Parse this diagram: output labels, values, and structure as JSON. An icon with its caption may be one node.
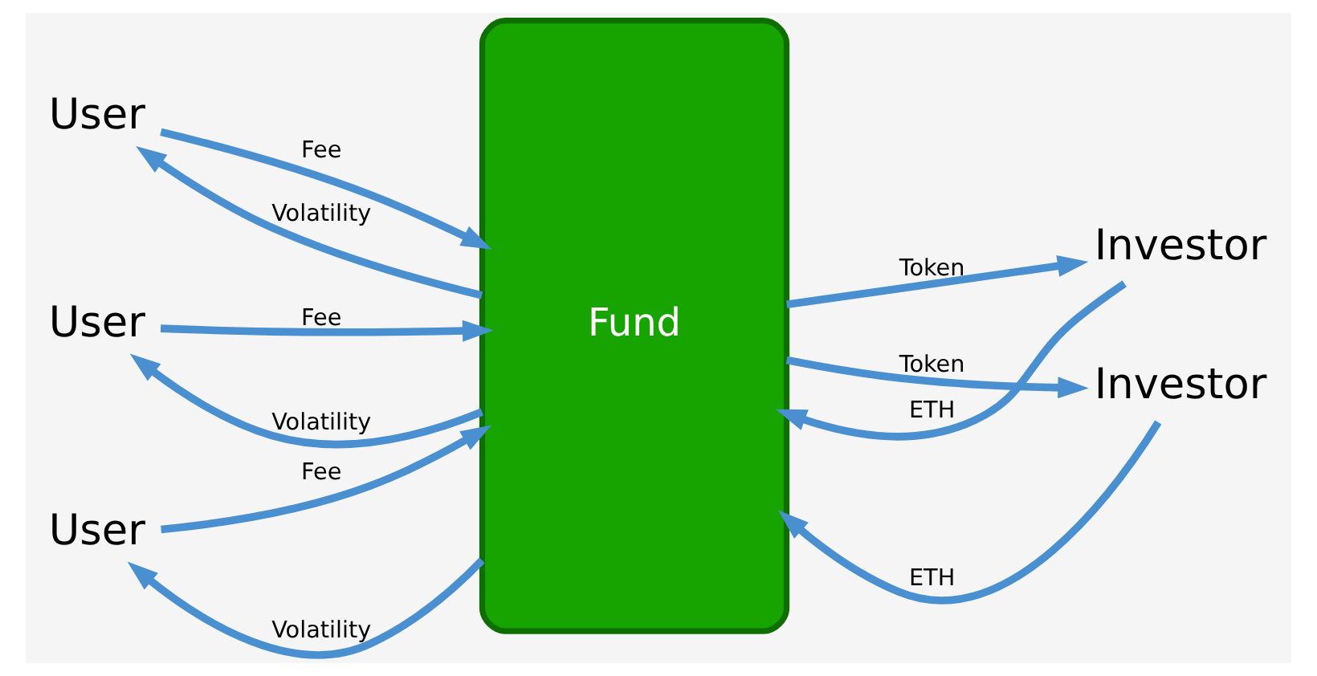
{
  "diagram": {
    "nodes": [
      {
        "text": [
          "User"
        ]
      },
      {
        "text": [
          "User"
        ]
      },
      {
        "text": [
          "User"
        ]
      },
      {
        "text": [
          "Fund"
        ]
      },
      {
        "text": [
          "Investor"
        ]
      },
      {
        "text": [
          "Investor"
        ]
      }
    ],
    "edges": [
      {
        "from": 3,
        "to": 0,
        "arrow": "to",
        "label": "Volatility"
      },
      {
        "from": 0,
        "to": 3,
        "arrow": "to",
        "label": "Fee"
      },
      {
        "from": 3,
        "to": 1,
        "arrow": "to",
        "label": "Volatility"
      },
      {
        "from": 1,
        "to": 3,
        "arrow": "to",
        "label": "Fee"
      },
      {
        "from": 3,
        "to": 2,
        "arrow": "to",
        "label": "Volatility"
      },
      {
        "from": 2,
        "to": 3,
        "arrow": "to",
        "label": "Fee"
      },
      {
        "from": 4,
        "to": 3,
        "arrow": "to",
        "label": "ETH"
      },
      {
        "from": 3,
        "to": 4,
        "arrow": "to",
        "label": "Token"
      },
      {
        "from": 5,
        "to": 3,
        "arrow": "to",
        "label": "ETH"
      },
      {
        "from": 3,
        "to": 5,
        "arrow": "to",
        "label": "Token"
      }
    ]
  }
}
